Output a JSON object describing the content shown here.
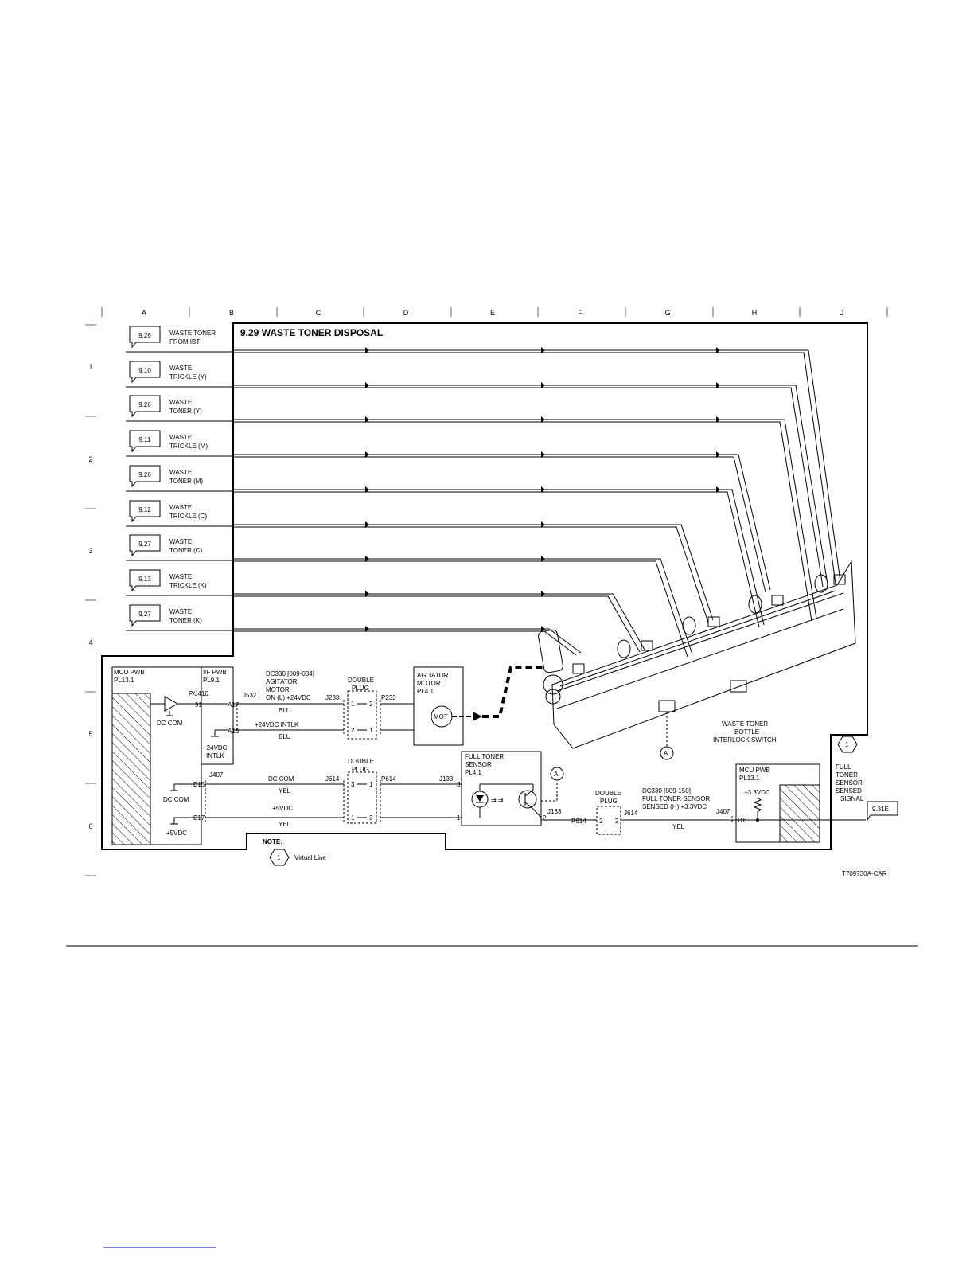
{
  "title": "9.29 WASTE TONER DISPOSAL",
  "columns": [
    "A",
    "B",
    "C",
    "D",
    "E",
    "F",
    "G",
    "H",
    "J"
  ],
  "rows": [
    "1",
    "2",
    "3",
    "4",
    "5",
    "6"
  ],
  "inputs": [
    {
      "ref": "9.26",
      "line1": "WASTE TONER",
      "line2": "FROM IBT"
    },
    {
      "ref": "9.10",
      "line1": "WASTE",
      "line2": "TRICKLE (Y)"
    },
    {
      "ref": "9.26",
      "line1": "WASTE",
      "line2": "TONER (Y)"
    },
    {
      "ref": "9.11",
      "line1": "WASTE",
      "line2": "TRICKLE (M)"
    },
    {
      "ref": "9.26",
      "line1": "WASTE",
      "line2": "TONER (M)"
    },
    {
      "ref": "9.12",
      "line1": "WASTE",
      "line2": "TRICKLE (C)"
    },
    {
      "ref": "9.27",
      "line1": "WASTE",
      "line2": "TONER (C)"
    },
    {
      "ref": "9.13",
      "line1": "WASTE",
      "line2": "TRICKLE (K)"
    },
    {
      "ref": "9.27",
      "line1": "WASTE",
      "line2": "TONER (K)"
    }
  ],
  "mcu": {
    "line1": "MCU PWB",
    "line2": "PL13.1",
    "dc_com": "DC COM",
    "dc_com2": "DC COM",
    "v5": "+5VDC",
    "v24": "+24VDC",
    "intlk": "INTLK"
  },
  "if_pwb": {
    "line1": "I/F PWB",
    "line2": "PL9.1"
  },
  "pins": {
    "pj410": "P/J410",
    "p91": "91",
    "a17": "A17",
    "a16": "A16",
    "j532": "J532",
    "j407": "J407",
    "b15": "B15",
    "b17": "B17"
  },
  "motor_signal": {
    "line1": "DC330  [009-034]",
    "line2": "AGITATOR",
    "line3": "MOTOR",
    "line4": "ON (L) +24VDC",
    "j233": "J233",
    "blu1": "BLU",
    "intlk": "+24VDC INTLK",
    "blu2": "BLU"
  },
  "plug1": {
    "line1": "DOUBLE",
    "line2": "PLUG",
    "p1": "1",
    "p2": "2",
    "p3": "2",
    "p4": "1"
  },
  "p233": "P233",
  "agitator": {
    "line1": "AGITATOR",
    "line2": "MOTOR",
    "line3": "PL4.1",
    "mot": "MOT"
  },
  "sensor_wires": {
    "dccom": "DC COM",
    "j614": "J614",
    "yel1": "YEL",
    "v5": "+5VDC",
    "yel2": "YEL",
    "p614": "P614",
    "j133": "J133"
  },
  "plug2": {
    "line1": "DOUBLE",
    "line2": "PLUG",
    "p1": "3",
    "p2": "1",
    "p3": "1",
    "p4": "3"
  },
  "full_sensor": {
    "line1": "FULL TONER",
    "line2": "SENSOR",
    "line3": "PL4.1",
    "pin3": "3",
    "pin1": "1",
    "pin2": "2",
    "j133": "J133"
  },
  "output": {
    "p614": "P614",
    "plug_l1": "DOUBLE",
    "plug_l2": "PLUG",
    "p_a": "2",
    "p_b": "2",
    "j614": "J614",
    "sig1": "DC330  [009-150]",
    "sig2": "FULL TONER SENSOR",
    "sig3": "SENSED (H) +3.3VDC",
    "yel": "YEL",
    "j407": "J407",
    "b16": "B16"
  },
  "mcu2": {
    "line1": "MCU PWB",
    "line2": "PL13.1",
    "v33": "+3.3VDC"
  },
  "virtual": {
    "num": "1",
    "line1": "FULL",
    "line2": "TONER",
    "line3": "SENSOR",
    "line4": "SENSED",
    "line5": "SIGNAL",
    "ref": "9.31E"
  },
  "waste_bottle": {
    "line1": "WASTE TONER",
    "line2": "BOTTLE",
    "line3": "INTERLOCK SWITCH"
  },
  "conn_a": "A",
  "note": {
    "label": "NOTE:",
    "num": "1",
    "text": "Virtual Line"
  },
  "fig_id": "T709730A-CAR"
}
